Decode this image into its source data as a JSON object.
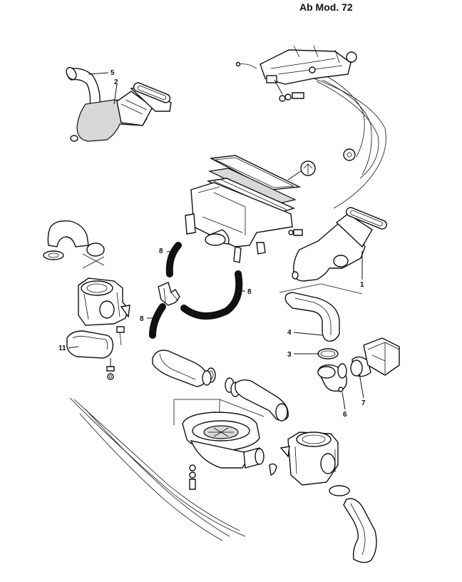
{
  "header": {
    "title": "Ab Mod. 72"
  },
  "parts": [
    {
      "number": "1"
    },
    {
      "number": "2"
    },
    {
      "number": "3"
    },
    {
      "number": "4"
    },
    {
      "number": "5"
    },
    {
      "number": "6"
    },
    {
      "number": "7"
    },
    {
      "number": "8"
    },
    {
      "number": "8"
    },
    {
      "number": "8"
    },
    {
      "number": "11"
    }
  ]
}
